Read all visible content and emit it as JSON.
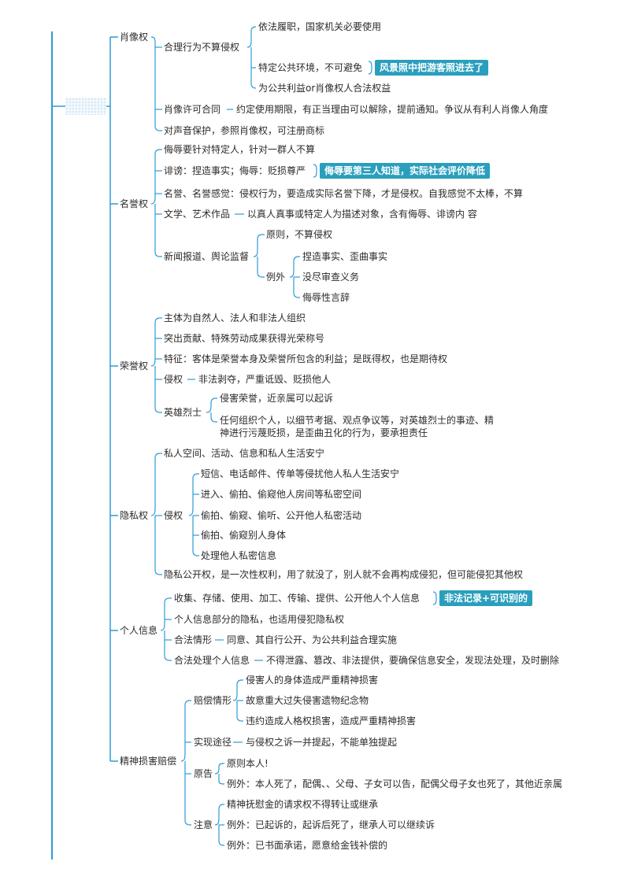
{
  "root": {
    "label": ""
  },
  "portrait": {
    "title": "肖像权",
    "reasonable": "合理行为不算侵权",
    "r1": "依法履职，国家机关必要使用",
    "r2": "特定公共环境，不可避免",
    "r2_note": "风景照中把游客照进去了",
    "r3": "为公共利益or肖像权人合法权益",
    "license": "肖像许可合同",
    "license_detail": "约定使用期限，有正当理由可以解除，提前通知。争议从有利人肖像人角度",
    "voice": "对声音保护，参照肖像权，可注册商标"
  },
  "reputation": {
    "title": "名誉权",
    "a": "侮辱要针对特定人，针对一群人不算",
    "b": "诽谤：捏造事实；侮辱：贬损尊严",
    "b_note": "侮辱要第三人知道，实际社会评价降低",
    "c": "名誉、名誉感觉：侵权行为，要造成实际名誉下降，才是侵权。自我感觉不太棒，不算",
    "d": "文学、艺术作品",
    "d_detail": "以真人真事或特定人为描述对象，含有侮辱、诽谤内 容",
    "e": "新闻报道、舆论监督",
    "e1": "原则，不算侵权",
    "e2": "例外",
    "e2a": "捏造事实、歪曲事实",
    "e2b": "没尽审查义务",
    "e2c": "侮辱性言辞"
  },
  "honor": {
    "title": "荣誉权",
    "a": "主体为自然人、法人和非法人组织",
    "b": "突出贡献、特殊劳动成果获得光荣称号",
    "c": "特征：客体是荣誉本身及荣誉所包含的利益；是既得权，也是期待权",
    "d": "侵权",
    "d_detail": "非法剥夺，严重诋毁、贬损他人",
    "e": "英雄烈士",
    "e1": "侵害荣誉，近亲属可以起诉",
    "e2_line1": "任何组织个人，以细节考据、观点争议等，对英雄烈士的事迹、精",
    "e2_line2": "神进行污蔑贬损，是歪曲丑化的行为，要承担责任"
  },
  "privacy": {
    "title": "隐私权",
    "a": "私人空间、活动、信息和私人生活安宁",
    "b": "侵权",
    "b1": "短信、电话邮件、传单等侵扰他人私人生活安宁",
    "b2": "进入、偷拍、偷窥他人房间等私密空间",
    "b3": "偷拍、偷窥、偷听、公开他人私密活动",
    "b4": "偷拍、偷窥别人身体",
    "b5": "处理他人私密信息",
    "c": "隐私公开权，是一次性权利，用了就没了，别人就不会再构成侵犯，但可能侵犯其他权"
  },
  "personal_info": {
    "title": "个人信息",
    "a": "收集、存储、使用、加工、传输、提供、公开他人个人信息",
    "a_note": "非法记录+可识别的",
    "b": "个人信息部分的隐私，也适用侵犯隐私权",
    "c": "合法情形",
    "c_detail": "同意、其自行公开、为公共利益合理实施",
    "d": "合法处理个人信息",
    "d_detail": "不得泄露、篡改、非法提供，要确保信息安全，发现法处理，及时删除"
  },
  "mental": {
    "title": "精神损害赔偿",
    "a": "赔偿情形",
    "a1": "侵害人的身体造成严重精神损害",
    "a2": "故意重大过失侵害遗物纪念物",
    "a3": "违约造成人格权损害，造成严重精神损害",
    "b": "实现途径",
    "b_detail": "与侵权之诉一并提起，不能单独提起",
    "c": "原告",
    "c1": "原则本人!",
    "c2": "例外：本人死了，配偶、、父母、子女可以告，配偶父母子女也死了，其他近亲属",
    "d": "注意",
    "d1": "精神抚慰金的请求权不得转让或继承",
    "d2": "例外：已起诉的，起诉后死了，继承人可以继续诉",
    "d3": "例外：已书面承诺，愿意给金钱补偿的"
  },
  "colors": {
    "line": "#2e9bd6",
    "note_bg": "#2a9fbd",
    "text": "#2b2b2b"
  }
}
